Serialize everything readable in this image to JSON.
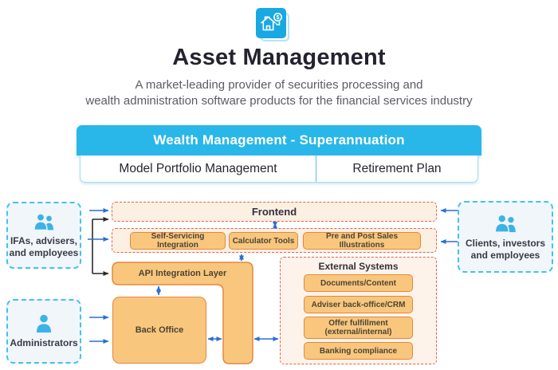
{
  "header": {
    "icon": "house-finance-icon",
    "title": "Asset Management",
    "subtitle_line1": "A market-leading provider of securities processing and",
    "subtitle_line2": "wealth administration software products for the financial services industry"
  },
  "banner": {
    "title": "Wealth Management - Superannuation",
    "items": [
      "Model Portfolio Management",
      "Retirement Plan"
    ]
  },
  "diagram": {
    "actors": {
      "ifas": {
        "icon": "people-icon",
        "line1": "IFAs, advisers,",
        "line2": "and employees"
      },
      "administrators": {
        "icon": "person-icon",
        "label": "Administrators"
      },
      "clients": {
        "icon": "people-icon",
        "line1": "Clients, investors",
        "line2": "and employees"
      }
    },
    "frontend": {
      "label": "Frontend"
    },
    "frontend_modules": [
      "Self-Servicing Integration",
      "Calculator Tools",
      "Pre and Post Sales Illustrations"
    ],
    "api_layer": {
      "label": "API Integration Layer"
    },
    "back_office": {
      "label": "Back Office"
    },
    "external_systems": {
      "title": "External Systems",
      "items": [
        "Documents/Content",
        "Adviser back-office/CRM",
        "Offer fulfillment (external/internal)",
        "Banking compliance"
      ]
    }
  },
  "colors": {
    "accent_cyan": "#29b7e9",
    "cyan_dashed_border": "#41c3ed",
    "actor_box_fill": "#f1f6fa",
    "orange_fill": "#f8c77d",
    "orange_border": "#e5873b",
    "dashed_red_border": "#e4614b",
    "peach_fill": "#fcf0e3",
    "arrow_blue": "#2b6fd3",
    "arrow_black": "#2a2a2a",
    "icon_blue": "#18a8e2"
  }
}
